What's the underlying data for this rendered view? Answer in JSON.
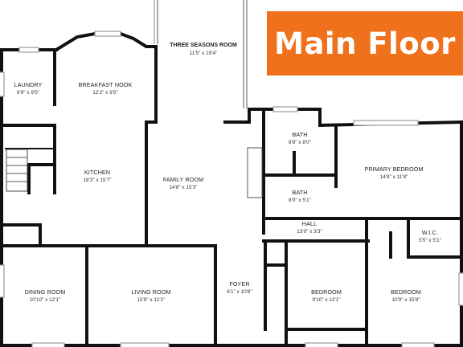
{
  "banner": {
    "text": "Main Floor",
    "color": "#f0711c"
  },
  "rooms": {
    "three_seasons": {
      "name": "THREE SEASONS ROOM",
      "dims": "11'5\" x 19'4\""
    },
    "laundry": {
      "name": "LAUNDRY",
      "dims": "6'9\" x 9'5\""
    },
    "breakfast_nook": {
      "name": "BREAKFAST NOOK",
      "dims": "12'2\" x 9'5\""
    },
    "kitchen": {
      "name": "KITCHEN",
      "dims": "18'3\" x 15'7\""
    },
    "family_room": {
      "name": "FAMILY ROOM",
      "dims": "14'8\" x 15'3\""
    },
    "bath_1": {
      "name": "BATH",
      "dims": "8'9\" x 8'0\""
    },
    "bath_2": {
      "name": "BATH",
      "dims": "8'9\" x 5'1\""
    },
    "primary_bedroom": {
      "name": "PRIMARY BEDROOM",
      "dims": "14'8\" x 11'8\""
    },
    "hall": {
      "name": "HALL",
      "dims": "13'0\" x 3'3\""
    },
    "wic": {
      "name": "W.I.C.",
      "dims": "5'5\" x 5'1\""
    },
    "dining_room": {
      "name": "DINING ROOM",
      "dims": "10'10\" x 12'1\""
    },
    "living_room": {
      "name": "LIVING ROOM",
      "dims": "15'9\" x 12'1\""
    },
    "foyer": {
      "name": "FOYER",
      "dims": "6'1\" x 10'8\""
    },
    "bedroom_1": {
      "name": "BEDROOM",
      "dims": "9'10\" x 12'1\""
    },
    "bedroom_2": {
      "name": "BEDROOM",
      "dims": "10'9\" x 15'8\""
    }
  }
}
